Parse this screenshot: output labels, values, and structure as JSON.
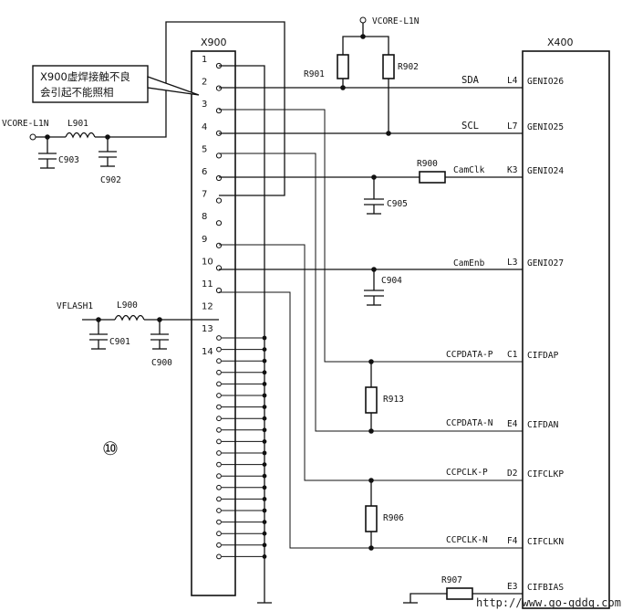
{
  "connector": {
    "name": "X900",
    "pins": [
      "1",
      "2",
      "3",
      "4",
      "5",
      "6",
      "7",
      "8",
      "9",
      "10",
      "11",
      "12",
      "13",
      "14"
    ]
  },
  "ic": {
    "name": "X400",
    "pins": [
      {
        "ball": "L4",
        "name": "GENIO26"
      },
      {
        "ball": "L7",
        "name": "GENIO25"
      },
      {
        "ball": "K3",
        "name": "GENIO24"
      },
      {
        "ball": "L3",
        "name": "GENIO27"
      },
      {
        "ball": "C1",
        "name": "CIFDAP"
      },
      {
        "ball": "E4",
        "name": "CIFDAN"
      },
      {
        "ball": "D2",
        "name": "CIFCLKP"
      },
      {
        "ball": "F4",
        "name": "CIFCLKN"
      },
      {
        "ball": "E3",
        "name": "CIFBIAS"
      }
    ]
  },
  "nets": {
    "sda": "SDA",
    "scl": "SCL",
    "camclk": "CamClk",
    "camenb": "CamEnb",
    "ccpdata_p": "CCPDATA-P",
    "ccpdata_n": "CCPDATA-N",
    "ccpclk_p": "CCPCLK-P",
    "ccpclk_n": "CCPCLK-N"
  },
  "power": {
    "vcore_top": "VCORE-L1N",
    "vcore_left": "VCORE-L1N",
    "vflash": "VFLASH1"
  },
  "components": {
    "r901": "R901",
    "r902": "R902",
    "r900": "R900",
    "r913": "R913",
    "r906": "R906",
    "r907": "R907",
    "l901": "L901",
    "l900": "L900",
    "c903": "C903",
    "c902": "C902",
    "c905": "C905",
    "c904": "C904",
    "c901": "C901",
    "c900": "C900"
  },
  "note": {
    "line1": "X900虚焊接触不良",
    "line2": "会引起不能照相"
  },
  "figure_number": "⑩",
  "watermark": "http://www.go-gddq.com"
}
